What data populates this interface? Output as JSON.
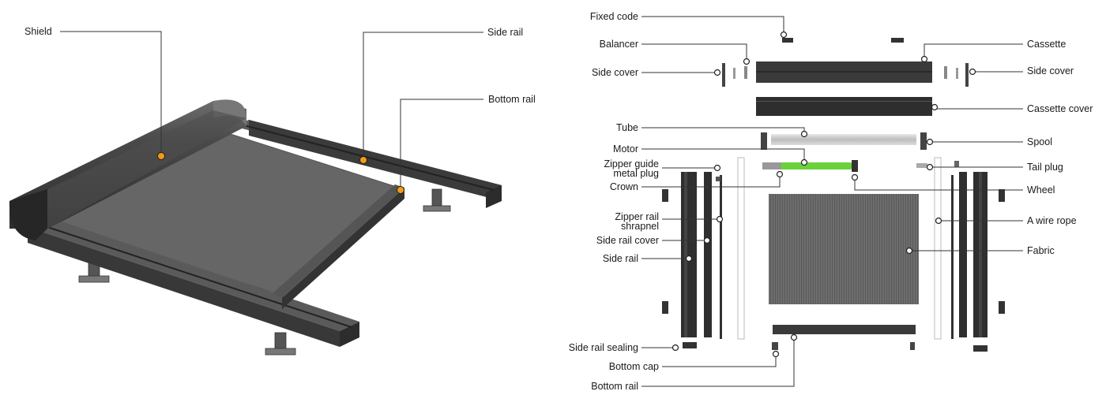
{
  "left_figure": {
    "labels": {
      "shield": "Shield",
      "side_rail": "Side rail",
      "bottom_rail": "Bottom rail"
    },
    "marker_color": "#f39c12"
  },
  "right_figure": {
    "labels": {
      "fixed_code": "Fixed code",
      "balancer": "Balancer",
      "side_cover_left": "Side cover",
      "tube": "Tube",
      "motor": "Motor",
      "zipper_guide": "Zipper guide\nmetal plug",
      "crown": "Crown",
      "zipper_rail": "Zipper rail\nshrapnel",
      "side_rail_cover": "Side rail cover",
      "side_rail": "Side rail",
      "side_rail_sealing": "Side rail sealing",
      "bottom_cap": "Bottom cap",
      "bottom_rail": "Bottom rail",
      "cassette": "Cassette",
      "side_cover_right": "Side cover",
      "cassette_cover": "Cassette cover",
      "spool": "Spool",
      "tail_plug": "Tail plug",
      "wheel": "Wheel",
      "wire_rope": "A wire rope",
      "fabric": "Fabric"
    },
    "motor_color": "#6bd13a"
  },
  "colors": {
    "frame_dark": "#3a3a3a",
    "frame_mid": "#4b4b4b",
    "fabric": "#6a6a6a",
    "line": "#333333"
  }
}
